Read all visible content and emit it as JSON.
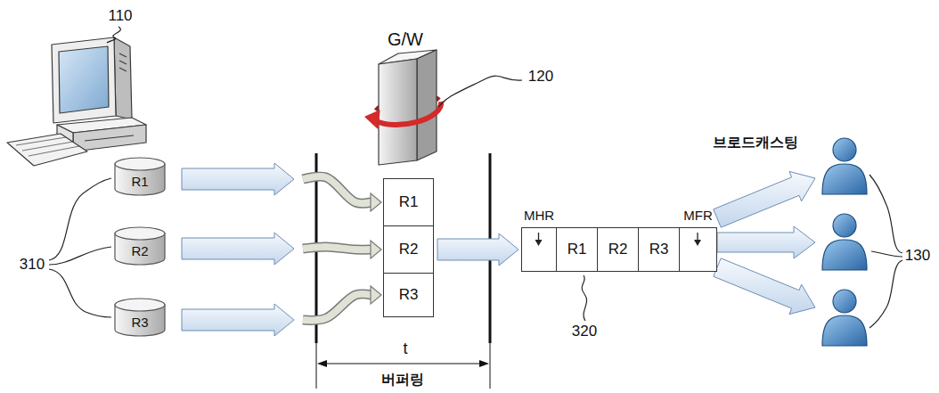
{
  "diagram": {
    "nodes": [
      {
        "text": [
          "R1"
        ]
      },
      {
        "text": [
          "R2"
        ]
      },
      {
        "text": [
          "R3"
        ]
      },
      {
        "text": [
          "R1"
        ]
      },
      {
        "text": [
          "R2"
        ]
      },
      {
        "text": [
          "R3"
        ]
      },
      {
        "text": [
          "MHR"
        ]
      },
      {
        "text": [
          "R1"
        ]
      },
      {
        "text": [
          "R2"
        ]
      },
      {
        "text": [
          "R3"
        ]
      },
      {
        "text": [
          "MFR"
        ]
      }
    ],
    "edges": [
      {
        "from": 0,
        "to": 3,
        "arrow": "to"
      },
      {
        "from": 1,
        "to": 4,
        "arrow": "to"
      },
      {
        "from": 2,
        "to": 5,
        "arrow": "to"
      },
      {
        "from": 4,
        "to": 6,
        "arrow": "to"
      }
    ],
    "labels": [
      "110",
      "G/W",
      "120",
      "310",
      "t",
      "버퍼링",
      "320",
      "브로드캐스팅",
      "130"
    ]
  }
}
